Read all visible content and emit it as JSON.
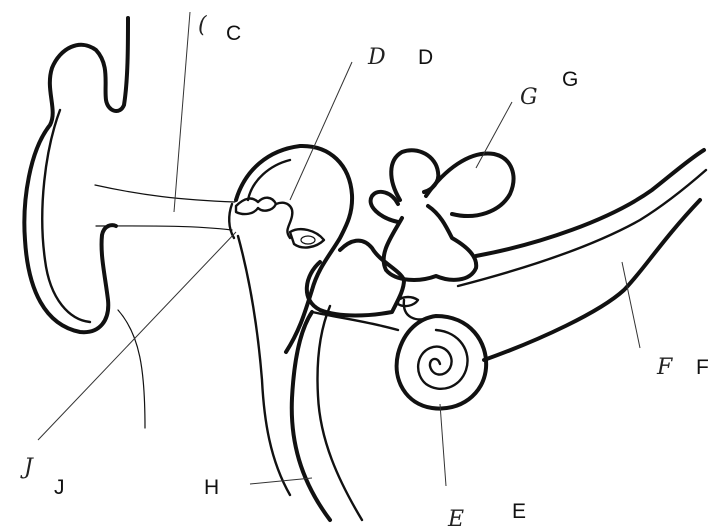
{
  "labels": {
    "C": {
      "handwritten": "(",
      "typed": "C"
    },
    "D": {
      "handwritten": "D",
      "typed": "D"
    },
    "G": {
      "handwritten": "G",
      "typed": "G"
    },
    "F": {
      "handwritten": "F",
      "typed": "F"
    },
    "E": {
      "handwritten": "E",
      "typed": "E"
    },
    "H": {
      "typed": "H"
    },
    "J": {
      "handwritten": "J",
      "typed": "J"
    }
  },
  "colors": {
    "ink": "#111111",
    "background": "#ffffff"
  }
}
